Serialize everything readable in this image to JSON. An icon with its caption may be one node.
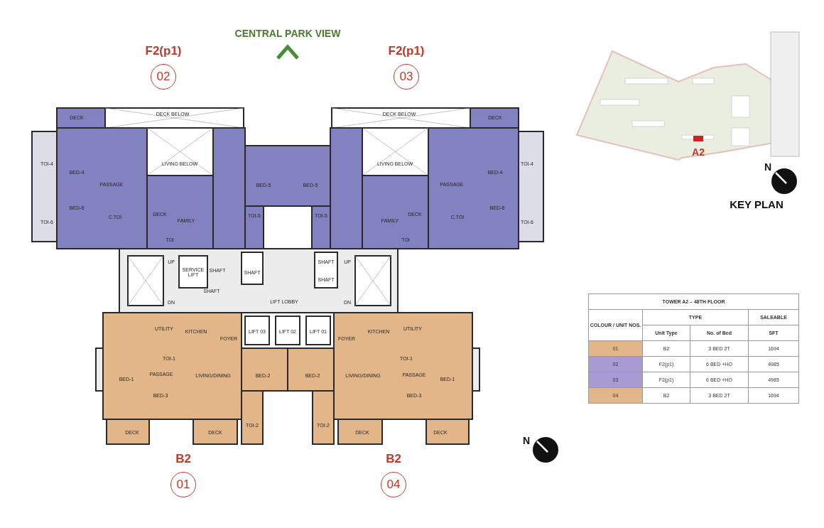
{
  "diagram": {
    "nodes": [
      {
        "text": [
          "F2(p1)",
          "02"
        ]
      },
      {
        "text": [
          "F2(p1)",
          "03"
        ]
      },
      {
        "text": [
          "B2",
          "01"
        ]
      },
      {
        "text": [
          "B2",
          "04"
        ]
      }
    ],
    "labels": [
      "CENTRAL PARK VIEW",
      "DECK",
      "DECK BELOW",
      "TOI-4",
      "BED-4",
      "LIVING BELOW",
      "PASSAGE",
      "BED-6",
      "TOI-6",
      "C.TOI",
      "DECK",
      "FAMILY",
      "TOI",
      "BED-5",
      "BED-5",
      "TOI-5",
      "TOI-5",
      "DECK BELOW",
      "DECK",
      "LIVING BELOW",
      "TOI-4",
      "BED-4",
      "PASSAGE",
      "BED-6",
      "TOI-6",
      "C.TOI",
      "DECK",
      "FAMILY",
      "TOI",
      "UP",
      "SERVICE LIFT",
      "SHAFT",
      "SHAFT",
      "SHAFT",
      "DN",
      "LIFT LOBBY",
      "SHAFT",
      "SHAFT",
      "UP",
      "DN",
      "UTILITY",
      "KITCHEN",
      "FOYER",
      "LIFT 03",
      "LIFT 02",
      "LIFT 01",
      "TOI-1",
      "PASSAGE",
      "LIVING/DINING",
      "BED-1",
      "BED-3",
      "BED-2",
      "TOI-2",
      "DECK",
      "DECK",
      "KITCHEN",
      "UTILITY",
      "FOYER",
      "TOI-1",
      "BED-2",
      "LIVING/DINING",
      "PASSAGE",
      "BED-1",
      "BED-3",
      "TOI-2",
      "DECK",
      "DECK",
      "A2",
      "N",
      "KEY PLAN",
      "TOWER A2 – 48TH FLOOR",
      "COLOUR / UNIT NOS.",
      "TYPE",
      "SALEABLE",
      "Unit Type",
      "No. of Bed",
      "SFT",
      "01",
      "B2",
      "3 BED 2T",
      "1694",
      "02",
      "F2(p1)",
      "6 BED +HO",
      "4985",
      "03",
      "F2(p1)",
      "6 BED +HO",
      "4985",
      "04",
      "B2",
      "3 BED 2T",
      "1694",
      "N"
    ]
  }
}
